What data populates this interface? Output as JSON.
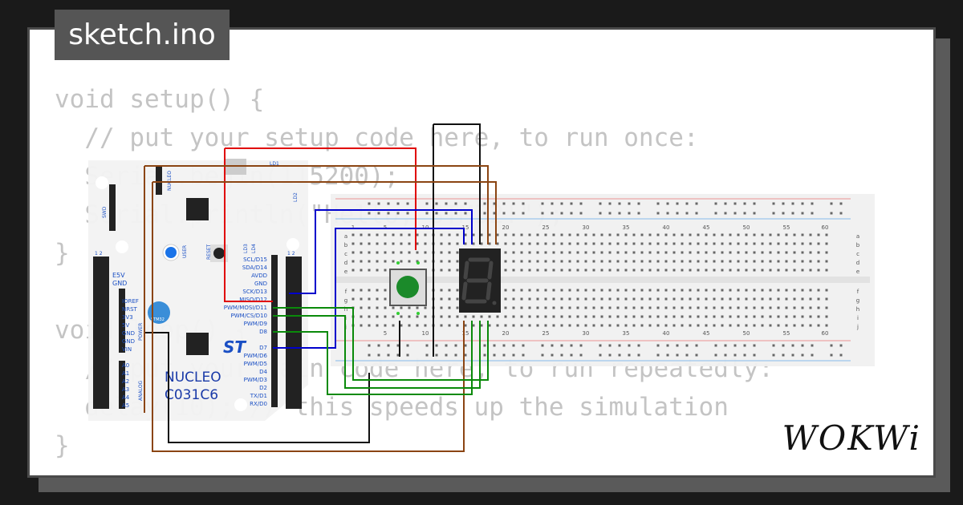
{
  "tab": {
    "filename": "sketch.ino"
  },
  "code_lines": [
    "void setup() {",
    "  // put your setup code here, to run once:",
    "  Serial.begin(115200);",
    "  Serial.println(\"Hello, STM32!\");",
    "}",
    "",
    "void loop() {",
    "  // put your main code here, to run repeatedly:",
    "  delay(10); // this speeds up the simulation",
    "}"
  ],
  "board": {
    "name_line1": "NUCLEO",
    "name_line2": "C031C6",
    "brand": "ST",
    "left_header_labels": [
      "IOREF",
      "NRST",
      "3V3",
      "5V",
      "GND",
      "GND",
      "VIN",
      "A0",
      "A1",
      "A2",
      "A3",
      "A4",
      "A5"
    ],
    "left_power_labels": [
      "E5V",
      "GND"
    ],
    "right_header_labels": [
      "SCL/D15",
      "SDA/D14",
      "AVDD",
      "GND",
      "SCK/D13",
      "MISO/D12",
      "PWM/MOSI/D11",
      "PWM/CS/D10",
      "PWM/D9",
      "D8",
      "D7",
      "PWM/D6",
      "PWM/D5",
      "D4",
      "PWM/D3",
      "D2",
      "TX/D1",
      "RX/D0"
    ],
    "misc_labels": [
      "SWD",
      "LD1",
      "LD2",
      "LD3",
      "LD4",
      "USER",
      "RESET",
      "NUCLEO",
      "1 2",
      "1 2",
      "POWER",
      "ANALOG",
      "STM32"
    ]
  },
  "breadboard": {
    "column_numbers": [
      "1",
      "5",
      "10",
      "15",
      "20",
      "25",
      "30",
      "35",
      "40",
      "45",
      "50",
      "55",
      "60"
    ],
    "row_letters_top": [
      "a",
      "b",
      "c",
      "d",
      "e"
    ],
    "row_letters_bottom": [
      "f",
      "g",
      "h",
      "i",
      "j"
    ]
  },
  "brand": {
    "logo": "WOKWi"
  },
  "colors": {
    "wire_red": "#e00000",
    "wire_black": "#111111",
    "wire_brown": "#8b4513",
    "wire_blue": "#0000cc",
    "wire_green": "#0a8a0a",
    "board_bg": "#f2f2f2",
    "breadboard_bg": "#f0f0f0"
  }
}
